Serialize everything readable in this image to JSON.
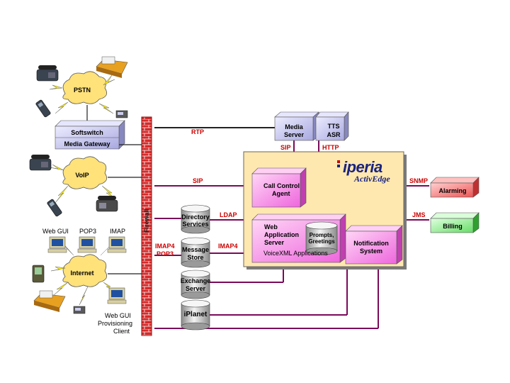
{
  "clouds": {
    "pstn": "PSTN",
    "voip": "VoIP",
    "internet": "Internet"
  },
  "gateway": {
    "softswitch": "Softswitch",
    "media_gateway": "Media Gateway"
  },
  "client_labels": {
    "web_gui": "Web GUI",
    "pop3": "POP3",
    "imap": "IMAP",
    "provisioning": [
      "Web GUI",
      "Provisioning",
      "Client"
    ]
  },
  "firewall": "Firewall",
  "protocols": {
    "rtp": "RTP",
    "sip_top": "SIP",
    "http": "HTTP",
    "sip_left": "SIP",
    "ldap": "LDAP",
    "imap4_left": "IMAP4",
    "pop3_left": "POP3",
    "imap4_right": "IMAP4",
    "snmp": "SNMP",
    "jms": "JMS"
  },
  "servers": {
    "media_server": [
      "Media",
      "Server"
    ],
    "tts_asr": [
      "TTS",
      "ASR"
    ],
    "directory": [
      "Directory",
      "Services"
    ],
    "message_store": [
      "Message",
      "Store"
    ],
    "exchange": [
      "Exchange",
      "Server"
    ],
    "iplanet": "iPlanet"
  },
  "platform": {
    "brand": "iperia",
    "brand_sub": "ActivEdge",
    "call_control": [
      "Call Control",
      "Agent"
    ],
    "web_app": [
      "Web",
      "Application",
      "Server"
    ],
    "prompts": [
      "Prompts,",
      "Greetings"
    ],
    "voicexml": "VoiceXML Applications",
    "notification": [
      "Notification",
      "System"
    ]
  },
  "external": {
    "alarming": "Alarming",
    "billing": "Billing"
  },
  "colors": {
    "firewall": "#cc2222",
    "connector": "#7a0a5a",
    "protocol_text": "#cc0000",
    "platform_bg": "#ffe8b0",
    "magenta_box": "#ff99ee",
    "lavender_box": "#c9c9f0",
    "alarming": "#ff8080",
    "billing": "#99ee99",
    "cloud": "#ffe27a"
  }
}
